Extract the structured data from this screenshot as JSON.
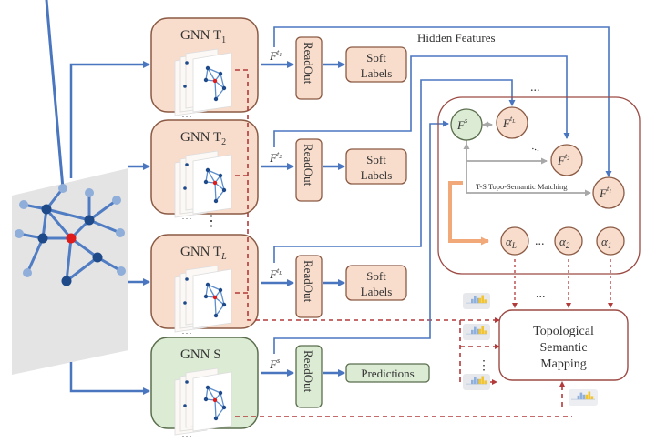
{
  "colors": {
    "teacher_fill": "#f9ddcc",
    "teacher_stroke": "#8a5a44",
    "student_fill": "#dcebd4",
    "student_stroke": "#5a6e4d",
    "arrow_blue": "#4a76c0",
    "dashed_red": "#b23a3a",
    "gray_arrow": "#a8a8a8",
    "orange_bracket": "#f2a97a",
    "panel_stroke": "#9c4a44",
    "node_dark": "#1f4a8a",
    "node_light": "#8faed9",
    "node_red": "#e01b1b"
  },
  "teachers": [
    {
      "title": "GNN T",
      "sub": "1",
      "feature": "F",
      "feature_sup": "t",
      "feature_sup_sub": "1",
      "readout": "ReadOut",
      "output_line1": "Soft",
      "output_line2": "Labels"
    },
    {
      "title": "GNN T",
      "sub": "2",
      "feature": "F",
      "feature_sup": "t",
      "feature_sup_sub": "2",
      "readout": "ReadOut",
      "output_line1": "Soft",
      "output_line2": "Labels"
    },
    {
      "title": "GNN T",
      "sub": "L",
      "feature": "F",
      "feature_sup": "t",
      "feature_sup_sub": "L",
      "readout": "ReadOut",
      "output_line1": "Soft",
      "output_line2": "Labels"
    }
  ],
  "student": {
    "title": "GNN S",
    "feature": "F",
    "feature_sup": "s",
    "readout": "ReadOut",
    "output": "Predictions"
  },
  "hidden_features_label": "Hidden Features",
  "ellipsis": "...",
  "vertical_ellipsis": "⋮",
  "matching_panel": {
    "student_node": {
      "base": "F",
      "sup": "s"
    },
    "teacher_nodes": [
      {
        "base": "F",
        "sup": "t",
        "sub": "L"
      },
      {
        "base": "F",
        "sup": "t",
        "sub": "2"
      },
      {
        "base": "F",
        "sup": "t",
        "sub": "1"
      }
    ],
    "matching_label": "T-S Topo-Semantic Matching",
    "alpha_nodes": [
      {
        "base": "α",
        "sub": "L"
      },
      {
        "base": "α",
        "sub": "2"
      },
      {
        "base": "α",
        "sub": "1"
      }
    ]
  },
  "mapping_box": {
    "line1": "Topological",
    "line2": "Semantic",
    "line3": "Mapping"
  },
  "icons": [
    "input-graph-icon",
    "graph-layers-icon",
    "histogram-thumbnail-icon"
  ]
}
